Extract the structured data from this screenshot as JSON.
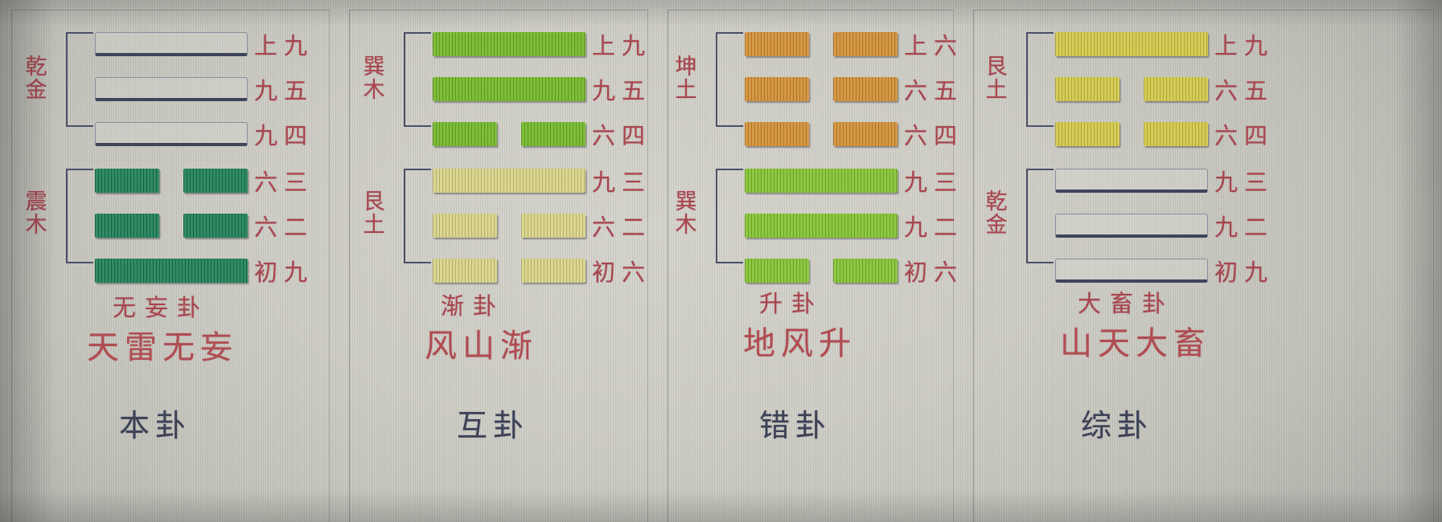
{
  "panels": [
    {
      "kind": "本卦",
      "gua": "无妄卦",
      "name": "天雷无妄",
      "upper": {
        "trigram": "乾",
        "element": "金",
        "color": "#e8e8e0",
        "style": "outline"
      },
      "lower": {
        "trigram": "震",
        "element": "木",
        "color": "#147a4d",
        "style": "solid"
      },
      "lines": [
        {
          "label": "上九",
          "type": "yang",
          "group": "upper"
        },
        {
          "label": "九五",
          "type": "yang",
          "group": "upper"
        },
        {
          "label": "九四",
          "type": "yang",
          "group": "upper"
        },
        {
          "label": "六三",
          "type": "yin",
          "group": "lower"
        },
        {
          "label": "六二",
          "type": "yin",
          "group": "lower"
        },
        {
          "label": "初九",
          "type": "yang",
          "group": "lower"
        }
      ]
    },
    {
      "kind": "互卦",
      "gua": "渐卦",
      "name": "风山渐",
      "upper": {
        "trigram": "巽",
        "element": "木",
        "color": "#6cb520",
        "style": "solid"
      },
      "lower": {
        "trigram": "艮",
        "element": "土",
        "color": "#d6d081",
        "style": "solid"
      },
      "lines": [
        {
          "label": "上九",
          "type": "yang",
          "group": "upper"
        },
        {
          "label": "九五",
          "type": "yang",
          "group": "upper"
        },
        {
          "label": "六四",
          "type": "yin",
          "group": "upper"
        },
        {
          "label": "九三",
          "type": "yang",
          "group": "lower"
        },
        {
          "label": "六二",
          "type": "yin",
          "group": "lower"
        },
        {
          "label": "初六",
          "type": "yin",
          "group": "lower"
        }
      ]
    },
    {
      "kind": "错卦",
      "gua": "升卦",
      "name": "地风升",
      "upper": {
        "trigram": "坤",
        "element": "土",
        "color": "#d08a2c",
        "style": "solid"
      },
      "lower": {
        "trigram": "巽",
        "element": "木",
        "color": "#7ec028",
        "style": "solid"
      },
      "lines": [
        {
          "label": "上六",
          "type": "yin",
          "group": "upper"
        },
        {
          "label": "六五",
          "type": "yin",
          "group": "upper"
        },
        {
          "label": "六四",
          "type": "yin",
          "group": "upper"
        },
        {
          "label": "九三",
          "type": "yang",
          "group": "lower"
        },
        {
          "label": "九二",
          "type": "yang",
          "group": "lower"
        },
        {
          "label": "初六",
          "type": "yin",
          "group": "lower"
        }
      ]
    },
    {
      "kind": "综卦",
      "gua": "大畜卦",
      "name": "山天大畜",
      "upper": {
        "trigram": "艮",
        "element": "土",
        "color": "#cfc63f",
        "style": "solid"
      },
      "lower": {
        "trigram": "乾",
        "element": "金",
        "color": "#e8e8e0",
        "style": "outline"
      },
      "lines": [
        {
          "label": "上九",
          "type": "yang",
          "group": "upper"
        },
        {
          "label": "六五",
          "type": "yin",
          "group": "upper"
        },
        {
          "label": "六四",
          "type": "yin",
          "group": "upper"
        },
        {
          "label": "九三",
          "type": "yang",
          "group": "lower"
        },
        {
          "label": "九二",
          "type": "yang",
          "group": "lower"
        },
        {
          "label": "初九",
          "type": "yang",
          "group": "lower"
        }
      ]
    }
  ],
  "colors": {
    "label_red": "#a8454f",
    "kind_blue": "#3c4156",
    "brace": "#4a5068"
  }
}
